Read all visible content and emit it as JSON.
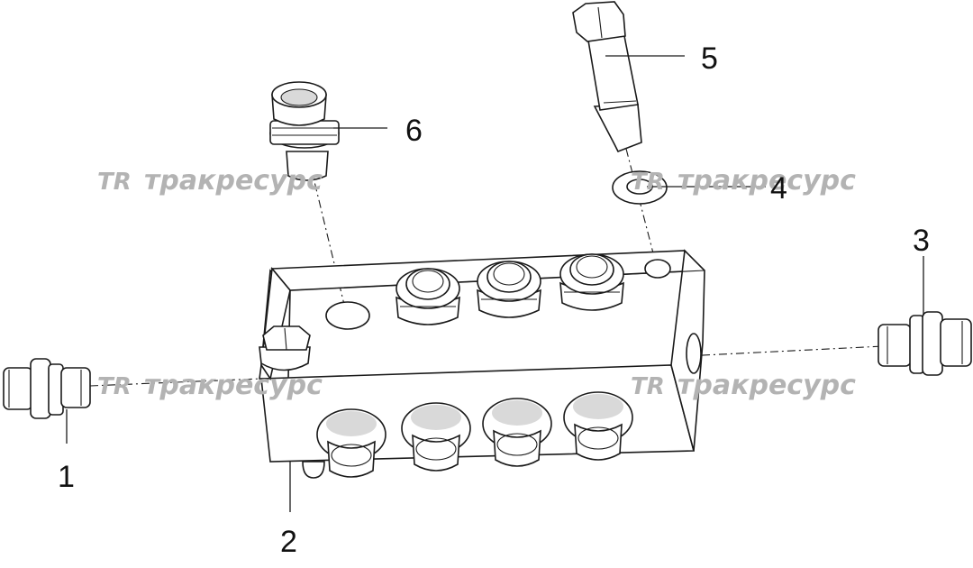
{
  "diagram": {
    "callouts": [
      {
        "id": "1",
        "label": "1"
      },
      {
        "id": "2",
        "label": "2"
      },
      {
        "id": "3",
        "label": "3"
      },
      {
        "id": "4",
        "label": "4"
      },
      {
        "id": "5",
        "label": "5"
      },
      {
        "id": "6",
        "label": "6"
      }
    ]
  },
  "watermark": {
    "logo": "TR",
    "text": "тракресурс"
  },
  "colors": {
    "line": "#1a1a1a",
    "watermark": "#b3b3b3",
    "background": "#ffffff"
  }
}
